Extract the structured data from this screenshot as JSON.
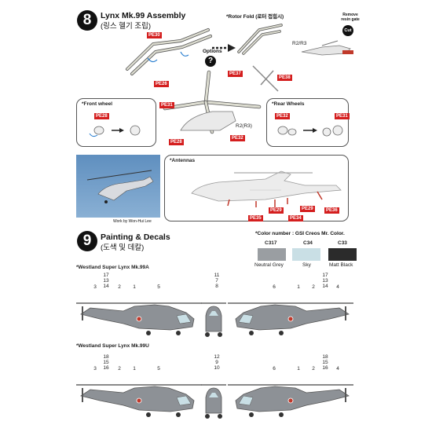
{
  "step8": {
    "number": "8",
    "title_en": "Lynx Mk.99 Assembly",
    "title_ko": "(링스 헬기 조립)",
    "rotor_fold": "*Rotor Fold (로터 접힘시)",
    "remove_gate": "Remove\nresin gate",
    "cut": "Cut",
    "options": "Options",
    "question": "?",
    "r2r3_top": "R2/R3",
    "r2r3_mid": "R2(R3)",
    "front_wheel": "*Front wheel",
    "rear_wheels": "*Rear Wheels",
    "antennas": "*Antennas",
    "photo_credit": "Work by Won-Hui Lee",
    "parts": {
      "pe30": "PE30",
      "pe37": "PE37",
      "pe38": "PE38",
      "pe26": "PE26",
      "pe31a": "PE31",
      "pe28a": "PE28",
      "pe32a": "PE32",
      "pe28b": "PE28",
      "pe32b": "PE32",
      "pe31b": "PE31",
      "pe35": "PE35",
      "pe29a": "PE29",
      "pe34": "PE34",
      "pe29b": "PE29",
      "pe36": "PE36"
    }
  },
  "step9": {
    "number": "9",
    "title_en": "Painting & Decals",
    "title_ko": "(도색 및 데칼)",
    "color_note": "*Color number : GSI Creos Mr. Color.",
    "colors": [
      {
        "code": "C317",
        "name": "Neutral Grey",
        "hex": "#9a9ea2"
      },
      {
        "code": "C34",
        "name": "Sky",
        "hex": "#c9dfe5"
      },
      {
        "code": "C33",
        "name": "Matt Black",
        "hex": "#2b2b2b"
      }
    ],
    "variant_a": {
      "title": "*Westland Super Lynx Mk.99A",
      "left_nums": [
        "3",
        "17\n13\n14",
        "2",
        "1",
        "5"
      ],
      "front_nums": "11\n7\n8",
      "right_nums": [
        "6",
        "1",
        "2",
        "17\n13\n14",
        "4"
      ]
    },
    "variant_u": {
      "title": "*Westland Super Lynx Mk.99U",
      "left_nums": [
        "3",
        "18\n15\n16",
        "2",
        "1",
        "5"
      ],
      "front_nums": "12\n9\n10",
      "right_nums": [
        "6",
        "1",
        "2",
        "18\n15\n16",
        "4"
      ]
    }
  }
}
